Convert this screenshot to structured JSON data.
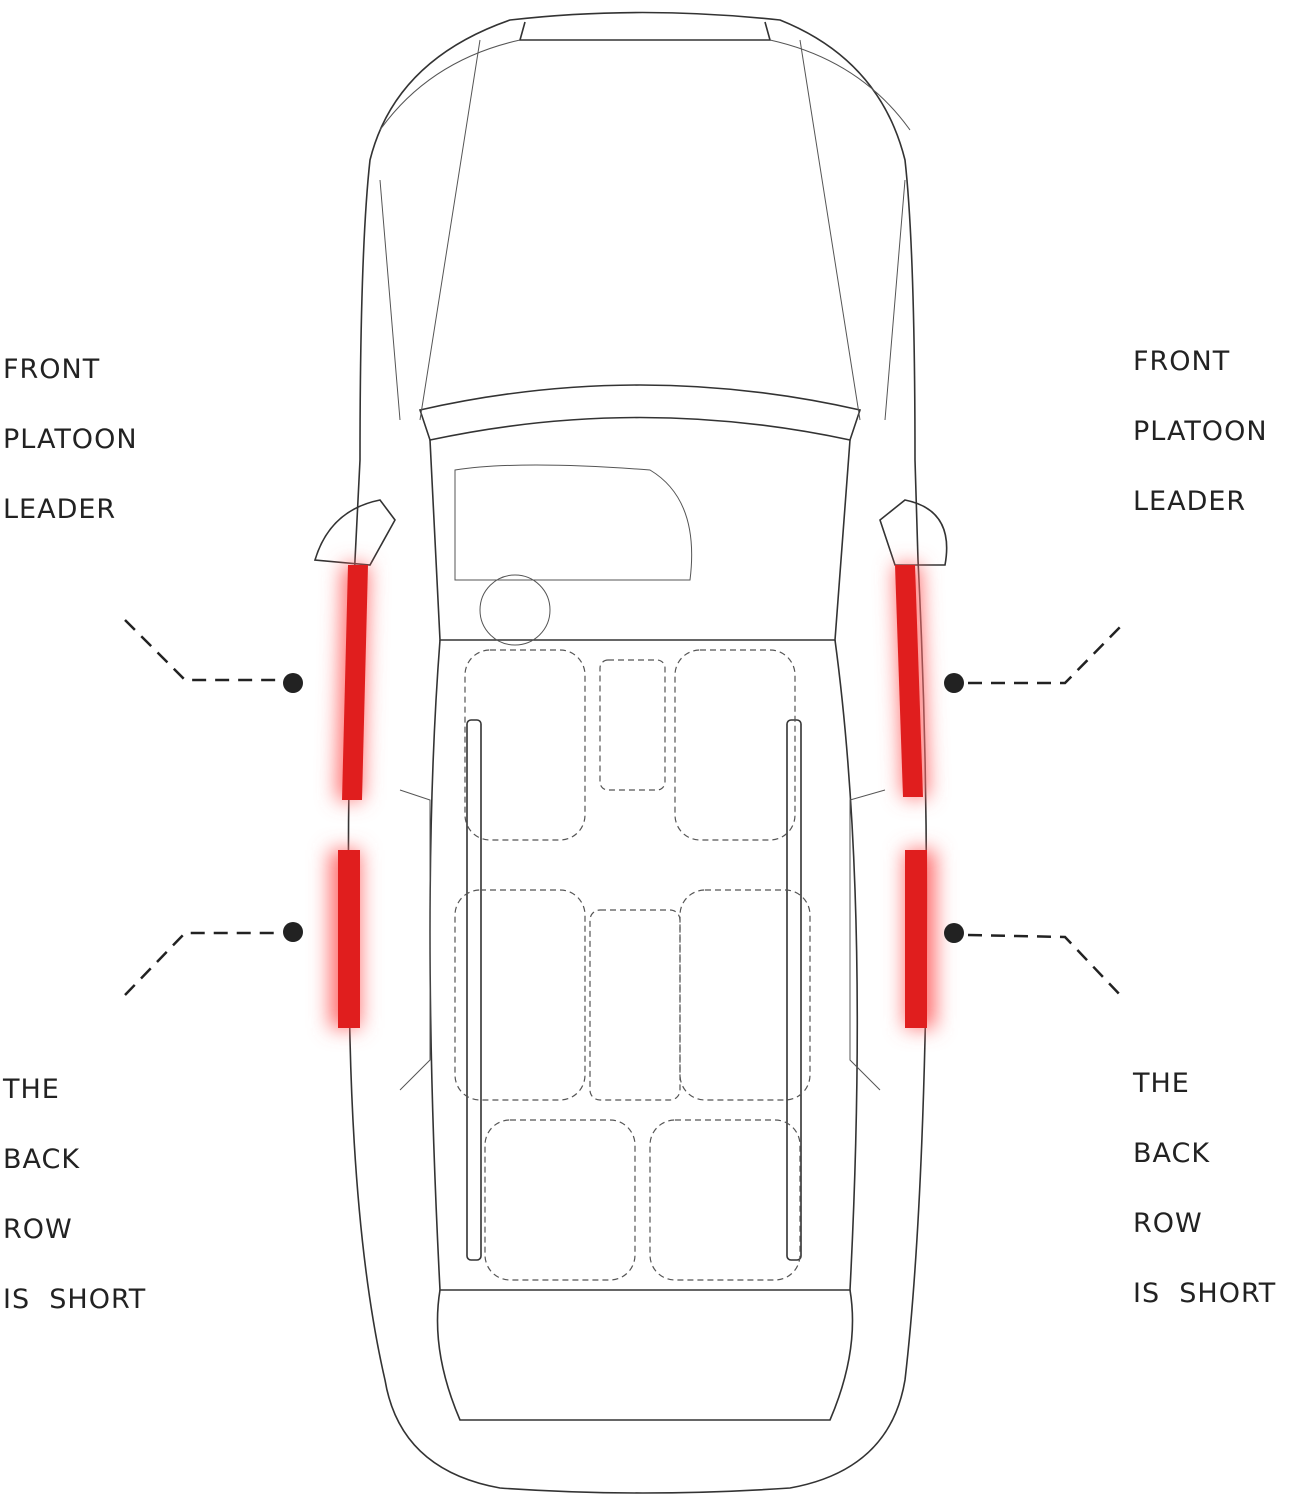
{
  "labels": {
    "front_left": [
      "FRONT",
      "PLATOON",
      "LEADER"
    ],
    "front_right": [
      "FRONT",
      "PLATOON",
      "LEADER"
    ],
    "back_left": [
      "THE",
      "BACK",
      "ROW",
      "IS  SHORT"
    ],
    "back_right": [
      "THE",
      "BACK",
      "ROW",
      "IS  SHORT"
    ]
  },
  "colors": {
    "strip": "#e01e1e",
    "glow": "#ff6b6b",
    "line": "#222222"
  }
}
